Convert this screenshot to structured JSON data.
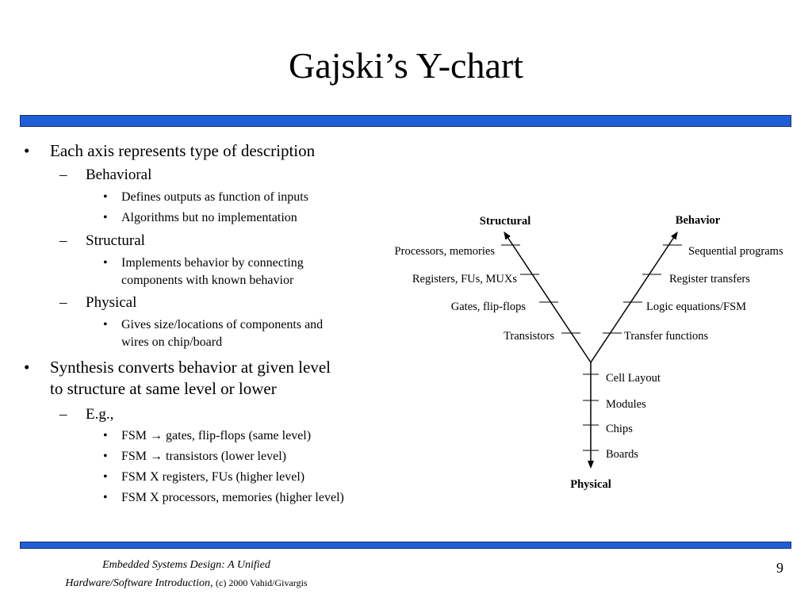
{
  "title": "Gajski’s Y-chart",
  "bullets": {
    "b1": "Each axis represents type of description",
    "b1_behavioral": "Behavioral",
    "b1_beh_1": "Defines outputs as function of inputs",
    "b1_beh_2": "Algorithms but no implementation",
    "b1_structural": "Structural",
    "b1_str_1a": "Implements behavior by connecting",
    "b1_str_1b": "components with known behavior",
    "b1_physical": "Physical",
    "b1_phy_1a": "Gives size/locations of components and",
    "b1_phy_1b": "wires on chip/board",
    "b2a": "Synthesis converts behavior at given level",
    "b2b": "to structure at same level or lower",
    "b2_eg": "E.g.,",
    "b2_eg_1": "FSM → gates, flip-flops (same level)",
    "b2_eg_2": "FSM → transistors (lower level)",
    "b2_eg_3": "FSM X registers, FUs (higher level)",
    "b2_eg_4": "FSM X processors, memories (higher level)",
    "bullet_char": "•",
    "dash_char": "–"
  },
  "diagram": {
    "structural_title": "Structural",
    "behavior_title": "Behavior",
    "physical_title": "Physical",
    "structural_levels": [
      "Processors, memories",
      "Registers, FUs, MUXs",
      "Gates, flip-flops",
      "Transistors"
    ],
    "behavior_levels": [
      "Sequential programs",
      "Register transfers",
      "Logic equations/FSM",
      "Transfer functions"
    ],
    "physical_levels": [
      "Cell Layout",
      "Modules",
      "Chips",
      "Boards"
    ]
  },
  "footer": {
    "line1": "Embedded Systems Design: A Unified",
    "line2": "Hardware/Software Introduction,",
    "line2_small": "(c) 2000 Vahid/Givargis",
    "page_number": "9"
  },
  "colors": {
    "rule": "#1f5fd6",
    "rule_border": "#1a2a6c"
  }
}
